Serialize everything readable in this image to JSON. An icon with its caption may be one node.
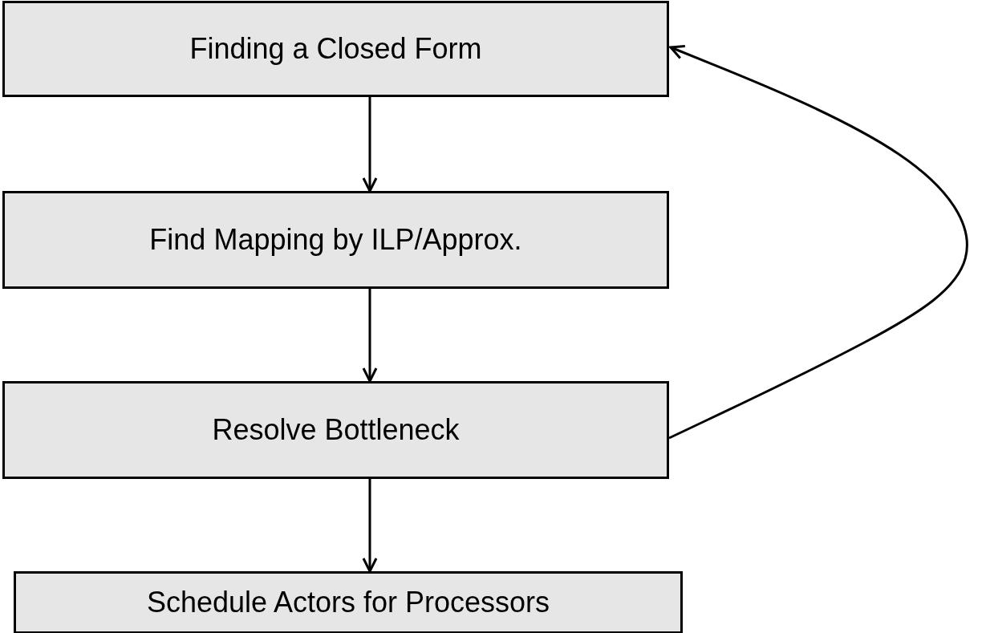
{
  "diagram": {
    "nodes": [
      {
        "text": [
          "Finding a Closed Form"
        ]
      },
      {
        "text": [
          "Find Mapping by ILP/Approx."
        ]
      },
      {
        "text": [
          "Resolve Bottleneck"
        ]
      },
      {
        "text": [
          "Schedule Actors for Processors"
        ]
      }
    ],
    "edges": [
      {
        "from": 0,
        "to": 1,
        "arrow": "to"
      },
      {
        "from": 1,
        "to": 2,
        "arrow": "to"
      },
      {
        "from": 2,
        "to": 3,
        "arrow": "to"
      },
      {
        "from": 2,
        "to": 0,
        "arrow": "to"
      }
    ]
  }
}
